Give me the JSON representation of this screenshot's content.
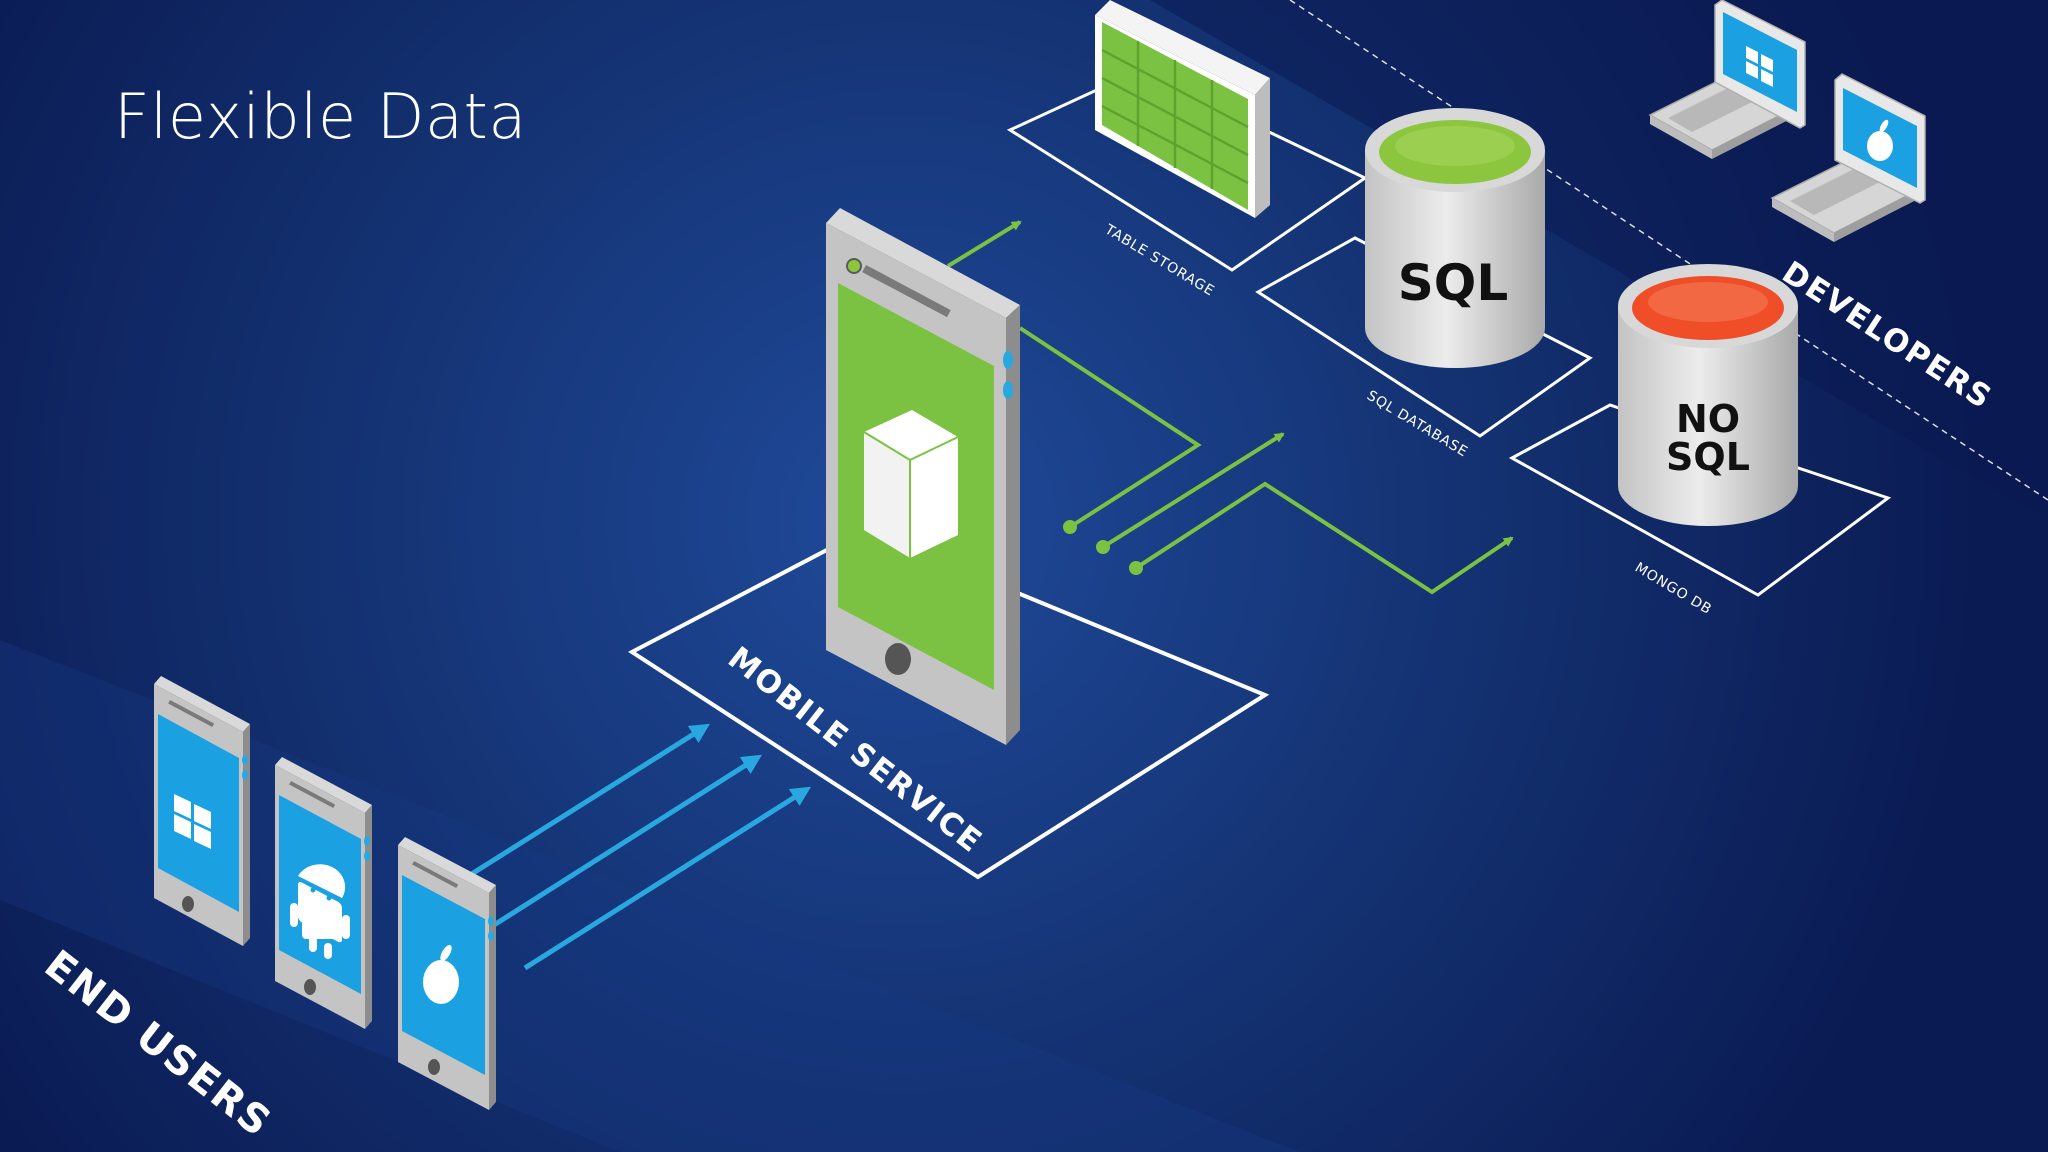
{
  "slide": {
    "title": "Flexible Data"
  },
  "labels": {
    "end_users": "END USERS",
    "mobile_service": "MOBILE SERVICE",
    "developers": "DEVELOPERS",
    "table_storage": "TABLE STORAGE",
    "sql_database": "SQL DATABASE",
    "mongo_db": "MONGO DB"
  },
  "databases": {
    "sql": {
      "text": "SQL"
    },
    "nosql": {
      "line1": "NO",
      "line2": "SQL"
    }
  },
  "devices": {
    "end_user_phones": [
      {
        "platform": "windows-icon"
      },
      {
        "platform": "android-icon"
      },
      {
        "platform": "apple-icon"
      }
    ],
    "service_phone": "cube-icon",
    "developer_laptops": [
      {
        "platform": "windows-icon"
      },
      {
        "platform": "apple-icon"
      }
    ]
  },
  "colors": {
    "background": "#0d1f5c",
    "client_arrows": "#29a8e0",
    "data_arrows": "#7cc242",
    "sql_top": "#8cc63f",
    "nosql_top": "#ef4e29",
    "table_green": "#7cc242"
  }
}
